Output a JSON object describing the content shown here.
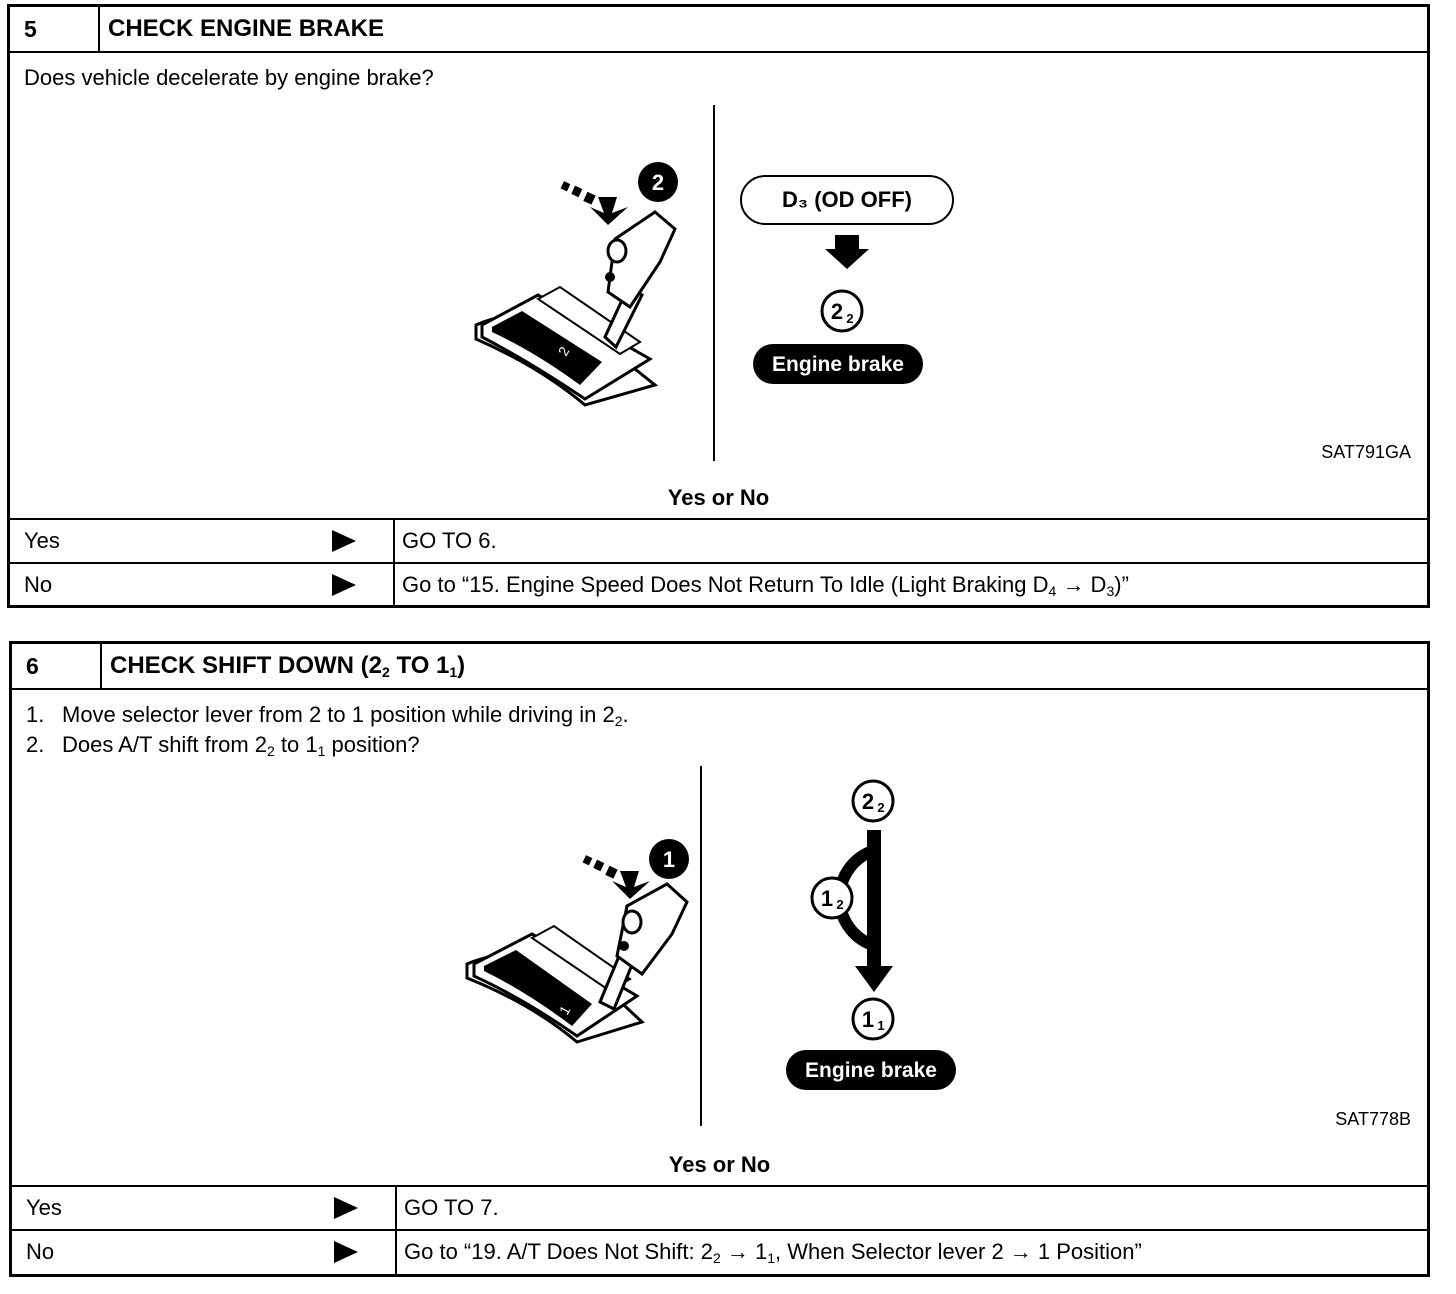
{
  "steps": [
    {
      "number": "5",
      "title": "CHECK ENGINE BRAKE",
      "question": "Does vehicle decelerate by engine brake?",
      "figure": {
        "badge": "2",
        "gate_label": "2",
        "mode_label": "D₃ (OD  OFF)",
        "result_main": "2",
        "result_sub": "2",
        "result_label": "Engine brake",
        "code": "SAT791GA"
      },
      "yes_no": "Yes or No",
      "answers": {
        "yes_label": "Yes",
        "yes_action": "GO TO 6.",
        "no_label": "No",
        "no_action_prefix": "Go to “15. Engine Speed Does Not Return To Idle (Light Braking D",
        "no_sub1": "4",
        "no_mid": " → D",
        "no_sub2": "3",
        "no_suffix": ")”"
      }
    },
    {
      "number": "6",
      "title_prefix": "CHECK SHIFT DOWN (2",
      "title_sub1": "2",
      "title_mid": " TO 1",
      "title_sub2": "1",
      "title_suffix": ")",
      "instructions": [
        {
          "num": "1.",
          "text_prefix": "Move selector lever from 2 to 1 position while driving in 2",
          "sub": "2",
          "text_suffix": "."
        },
        {
          "num": "2.",
          "text_prefix": "Does A/T shift from 2",
          "sub": "2",
          "text_mid": " to 1",
          "sub2": "1",
          "text_suffix": " position?"
        }
      ],
      "figure": {
        "badge": "1",
        "gate_label": "1",
        "top_main": "2",
        "top_sub": "2",
        "mid_main": "1",
        "mid_sub": "2",
        "bottom_main": "1",
        "bottom_sub": "1",
        "result_label": "Engine brake",
        "code": "SAT778B"
      },
      "yes_no": "Yes or No",
      "answers": {
        "yes_label": "Yes",
        "yes_action": "GO TO 7.",
        "no_label": "No",
        "no_action_prefix": "Go to “19. A/T Does Not Shift: 2",
        "no_sub1": "2",
        "no_mid": " → 1",
        "no_sub2": "1",
        "no_suffix": ", When Selector lever 2 → 1 Position”"
      }
    }
  ]
}
